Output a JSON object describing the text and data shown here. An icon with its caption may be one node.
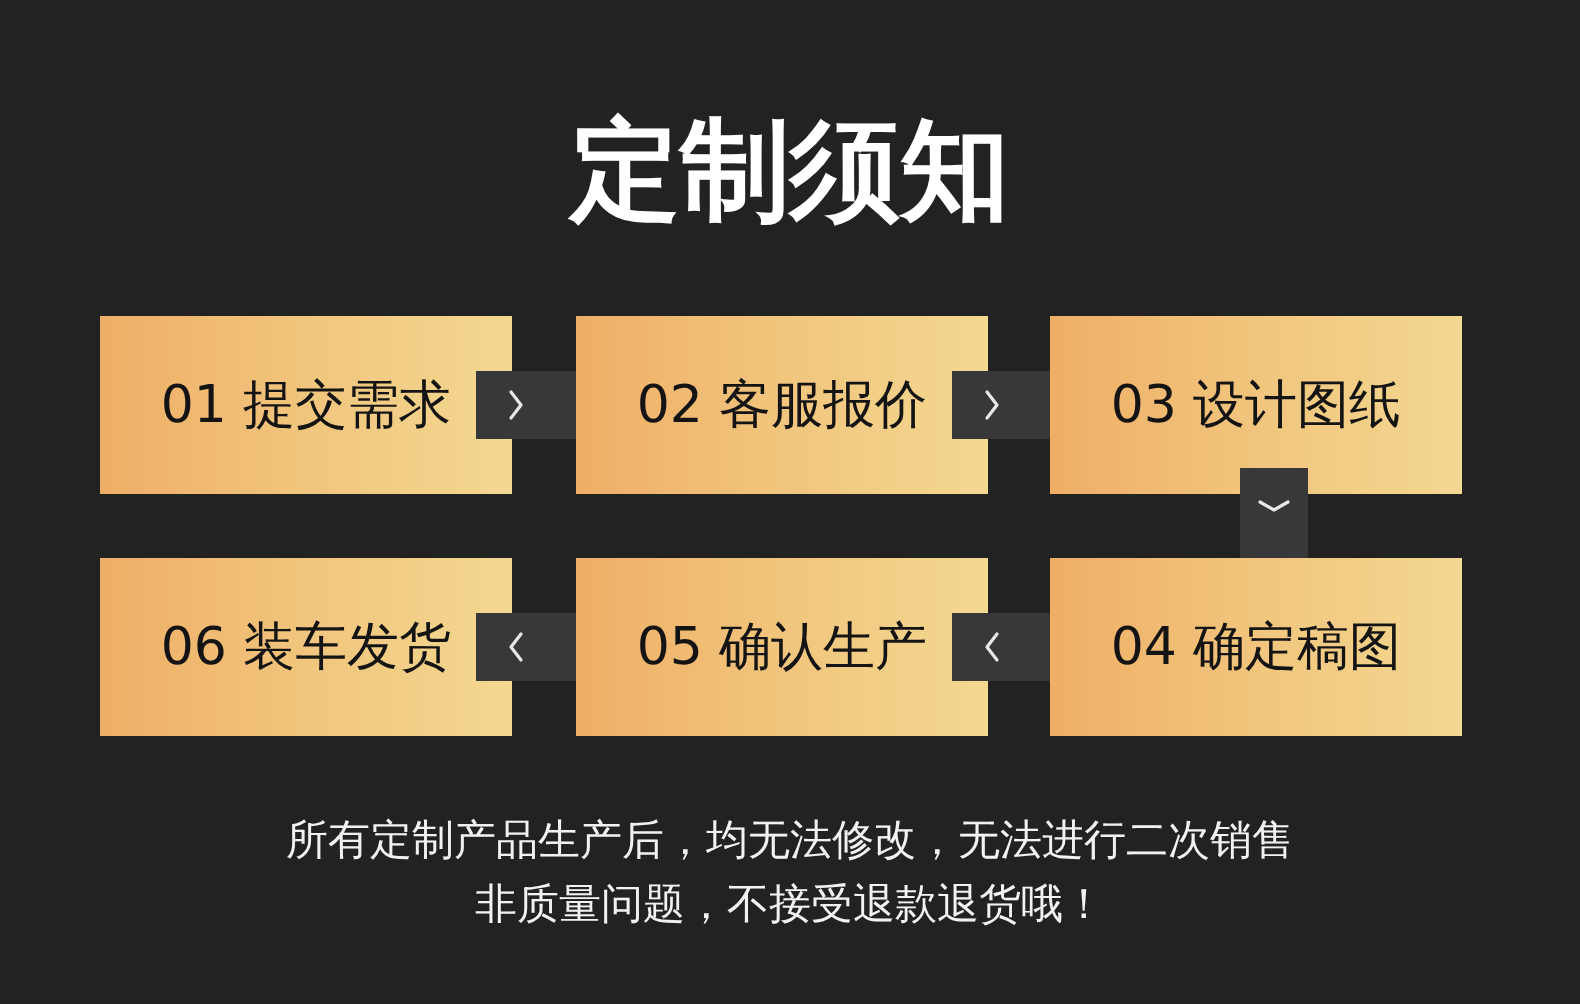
{
  "diagram": {
    "title": "定制须知",
    "nodes": [
      {
        "text": [
          "01 提交需求"
        ]
      },
      {
        "text": [
          "02 客服报价"
        ]
      },
      {
        "text": [
          "03 设计图纸"
        ]
      },
      {
        "text": [
          "06 装车发货"
        ]
      },
      {
        "text": [
          "05 确认生产"
        ]
      },
      {
        "text": [
          "04 确定稿图"
        ]
      }
    ],
    "edges": [
      {
        "from": 0,
        "to": 1,
        "arrow": "to"
      },
      {
        "from": 1,
        "to": 2,
        "arrow": "to"
      },
      {
        "from": 2,
        "to": 5,
        "arrow": "to"
      },
      {
        "from": 5,
        "to": 4,
        "arrow": "to"
      },
      {
        "from": 4,
        "to": 3,
        "arrow": "to"
      }
    ],
    "labels": [
      "所有定制产品生产后，均无法修改，无法进行二次销售",
      "非质量问题，不接受退款退货哦！"
    ]
  }
}
